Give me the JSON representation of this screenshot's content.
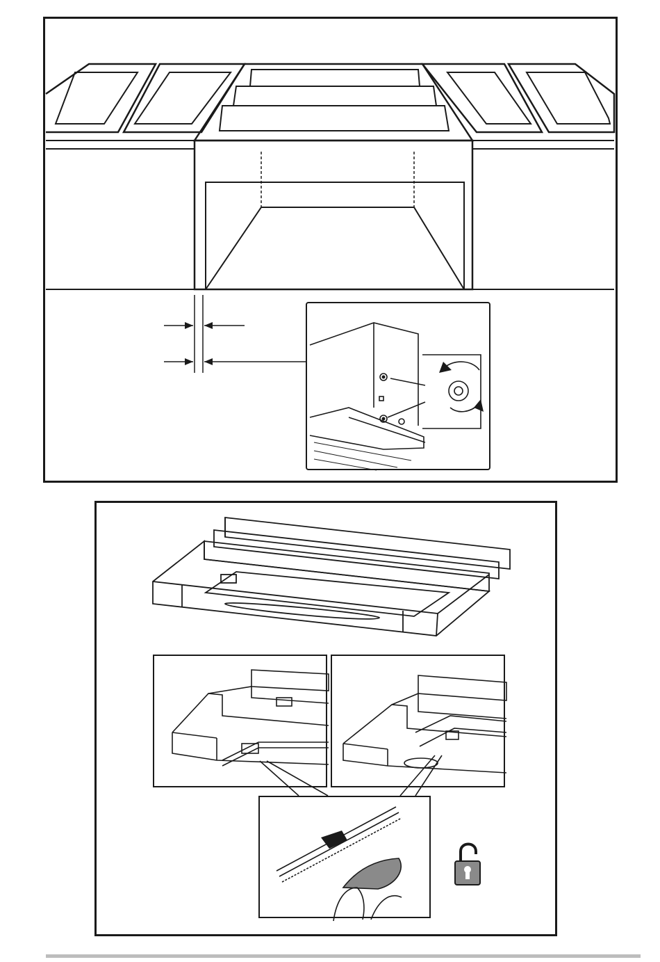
{
  "figures": [
    {
      "id": "cabinet-installation",
      "inset": "bracket-screw-adjustment"
    },
    {
      "id": "hood-slider-mounting",
      "insets": [
        "slider-left-view",
        "slider-right-view",
        "release-clip-detail"
      ]
    }
  ],
  "icons": {
    "unlock": "padlock-open-icon"
  },
  "colors": {
    "line": "#1a1a1a",
    "fill_gray": "#8a8a8a",
    "footer_rule": "#bdbdbd"
  }
}
